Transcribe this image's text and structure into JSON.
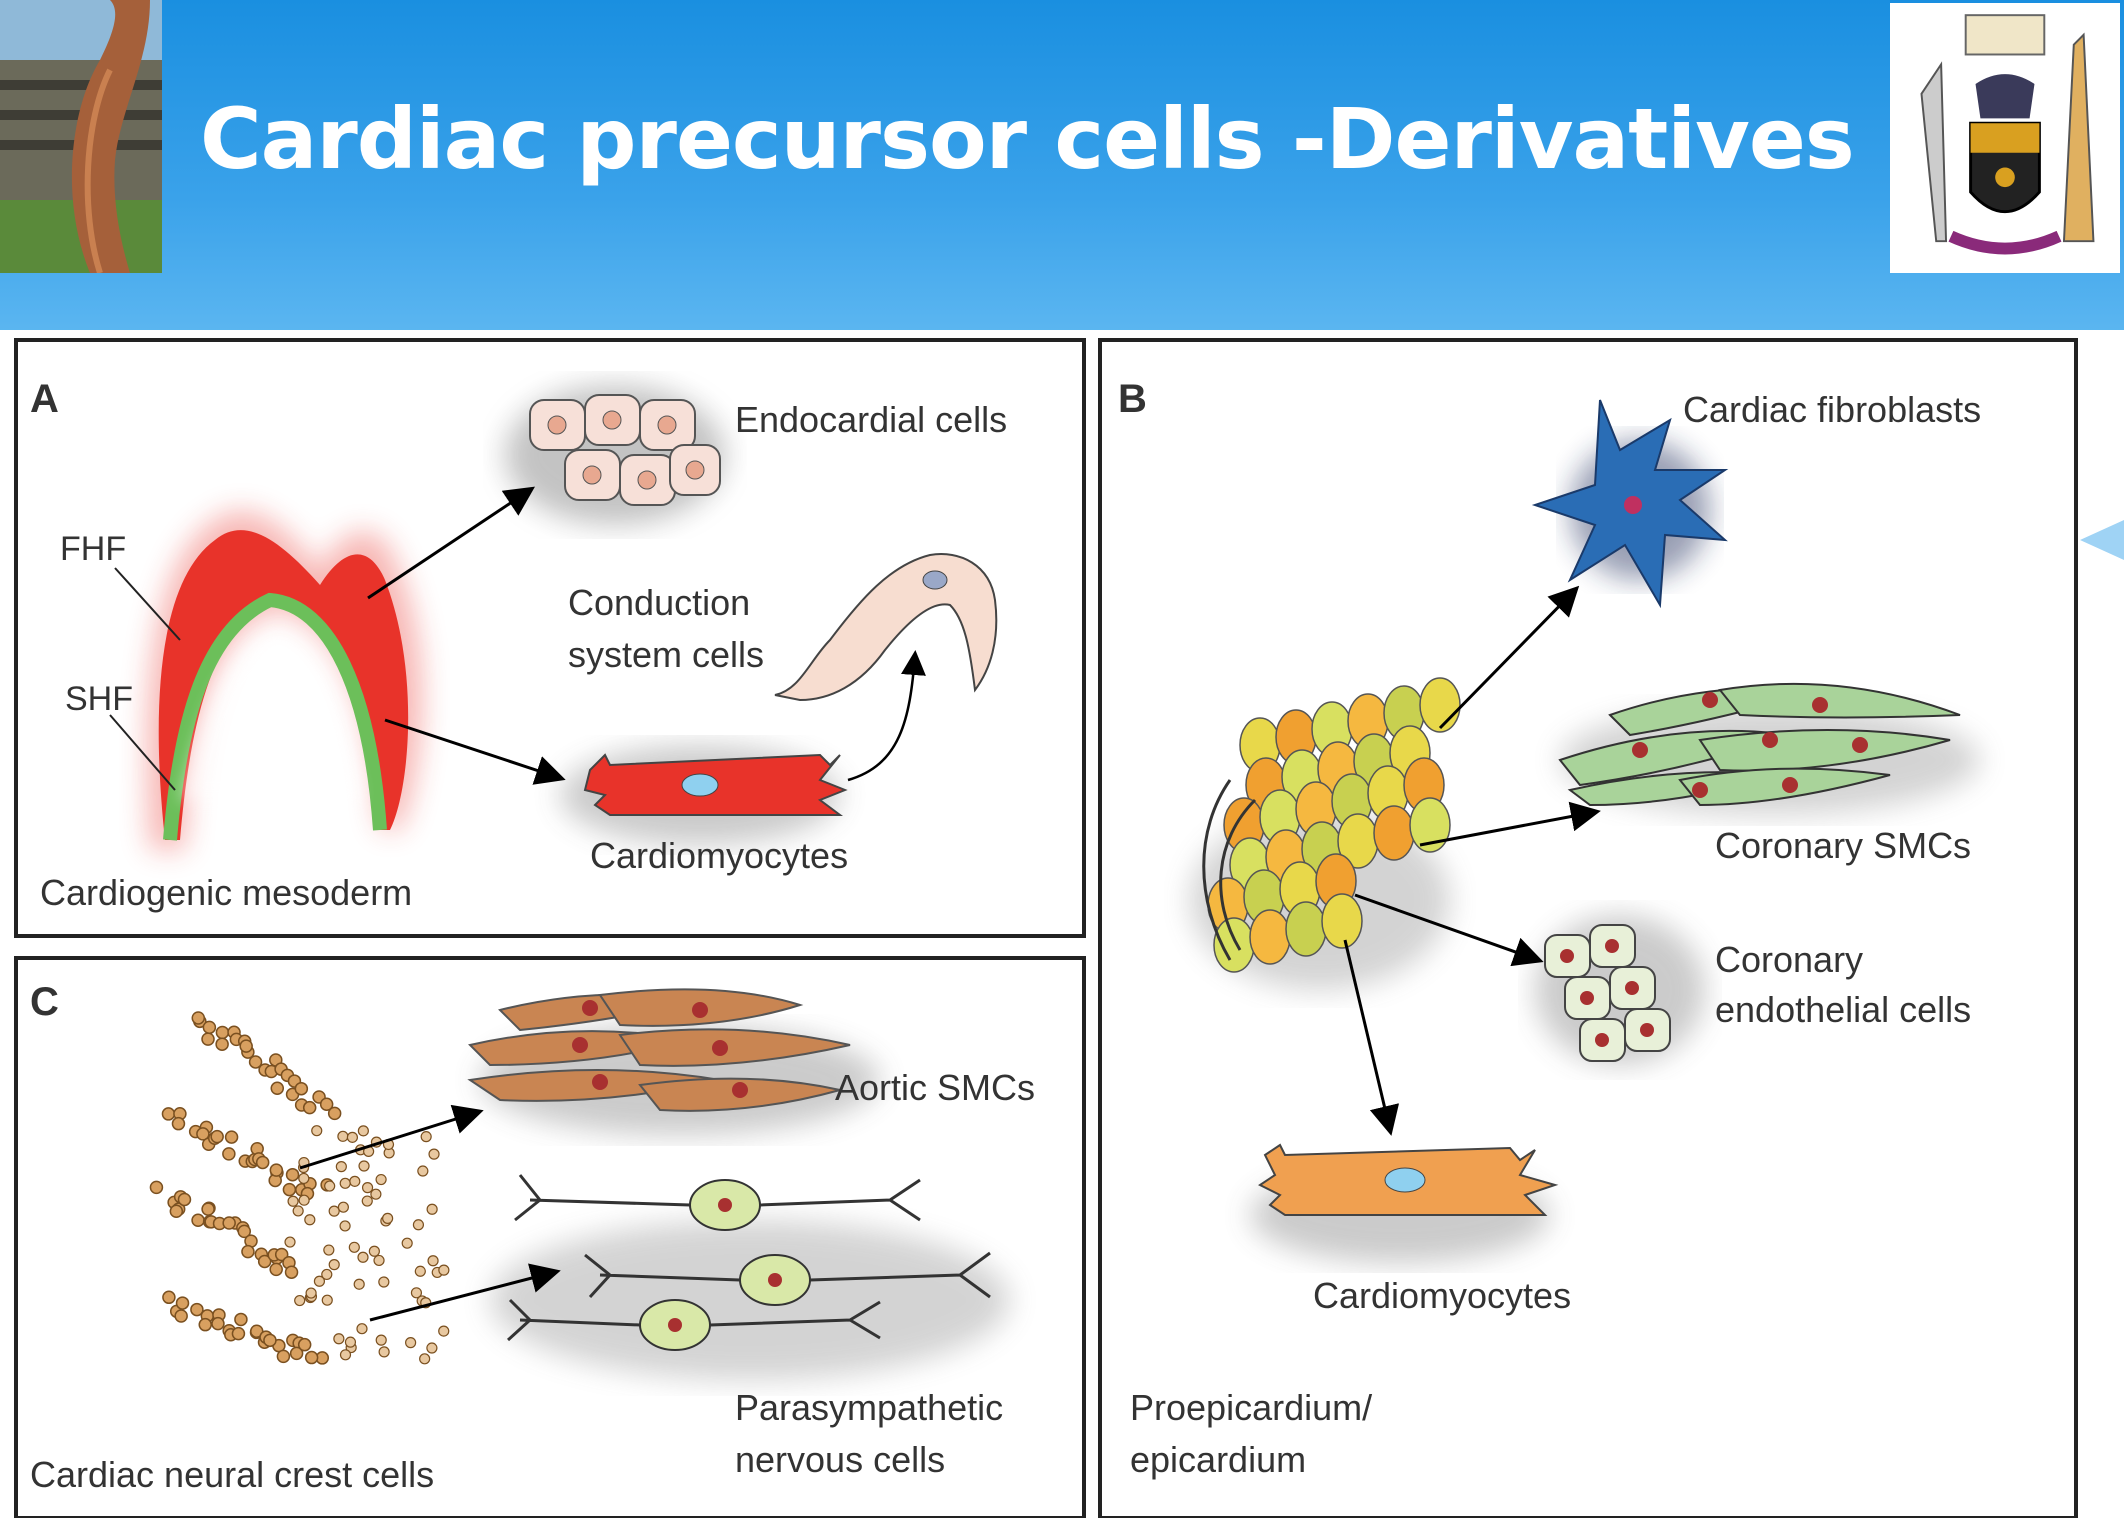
{
  "slide": {
    "title": "Cardiac precursor cells -Derivatives"
  },
  "panel_a": {
    "letter": "A",
    "fhf": "FHF",
    "shf": "SHF",
    "source": "Cardiogenic mesoderm",
    "endocardial": "Endocardial cells",
    "conduction_line1": "Conduction",
    "conduction_line2": "system cells",
    "cardiomyocytes": "Cardiomyocytes"
  },
  "panel_b": {
    "letter": "B",
    "fibroblasts": "Cardiac fibroblasts",
    "coronary_smcs": "Coronary SMCs",
    "coronary_endo_line1": "Coronary",
    "coronary_endo_line2": "endothelial cells",
    "cardiomyocytes": "Cardiomyocytes",
    "source_line1": "Proepicardium/",
    "source_line2": "epicardium"
  },
  "panel_c": {
    "letter": "C",
    "aortic": "Aortic SMCs",
    "para_line1": "Parasympathetic",
    "para_line2": "nervous cells",
    "source": "Cardiac neural crest cells"
  },
  "colors": {
    "header_blue": "#2a9ae6",
    "fhf_red": "#e8332a",
    "shf_green": "#6cbf5a",
    "fibroblast_blue": "#2a6db5",
    "smc_green": "#a9d39a",
    "aortic_brown": "#c98552",
    "epicardium_yellow": "#e8d84a",
    "cm_orange": "#f0a050"
  }
}
